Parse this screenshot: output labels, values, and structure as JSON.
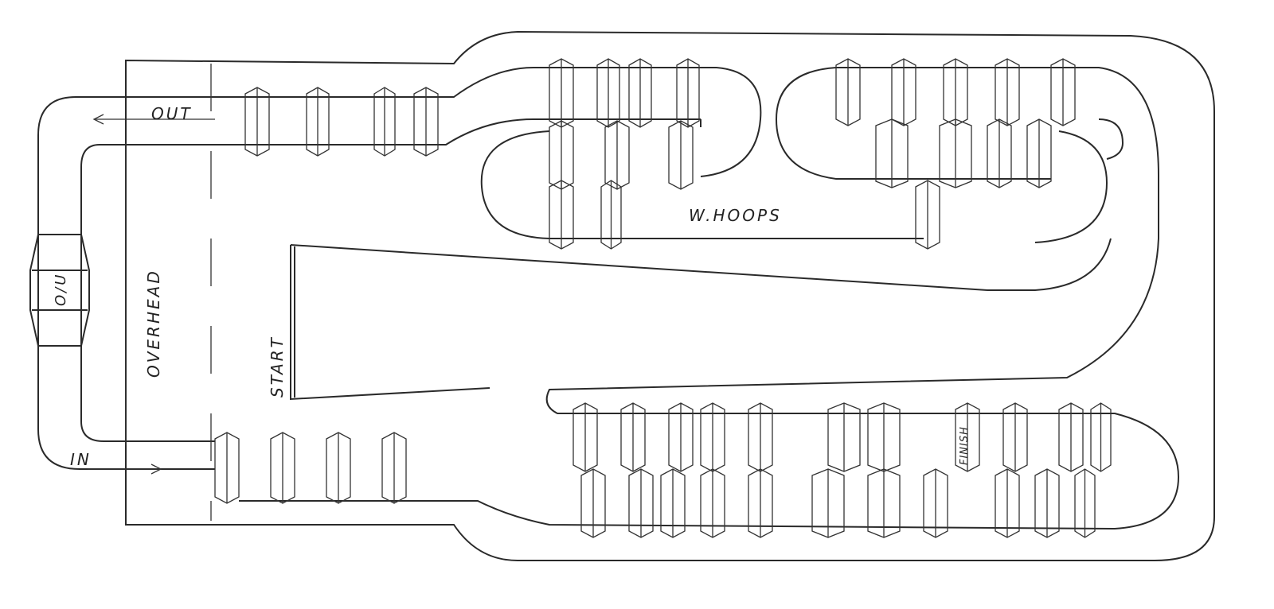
{
  "diagram": {
    "labels": {
      "out": "OUT",
      "in": "IN",
      "overhead": "OVERHEAD",
      "start": "START",
      "whoops": "W.HOOPS",
      "finish": "FINISH",
      "over_under": "O/U"
    },
    "ink_color": "#2a2a2a",
    "paper_color": "#ffffff"
  }
}
